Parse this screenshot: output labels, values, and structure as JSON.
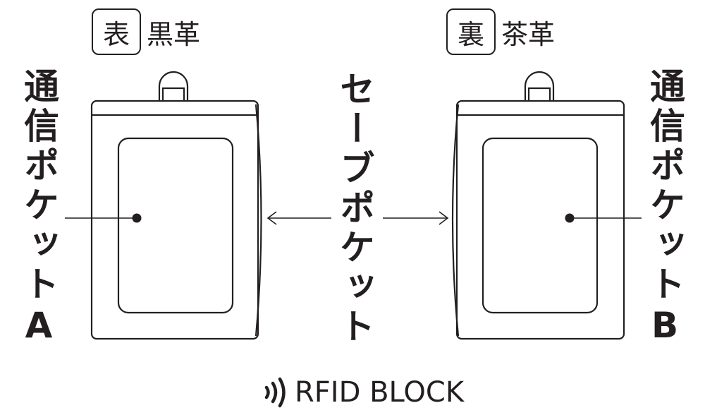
{
  "front": {
    "side_label": "表",
    "material": "黒革",
    "pocket_label": "通信ポケットA"
  },
  "back": {
    "side_label": "裏",
    "material": "茶革",
    "pocket_label": "通信ポケットB"
  },
  "center_label": "セーブポケット",
  "footer": {
    "icon": "rfid-wave-icon",
    "text": "RFID BLOCK"
  },
  "colors": {
    "ink": "#231f20",
    "background": "#ffffff"
  }
}
